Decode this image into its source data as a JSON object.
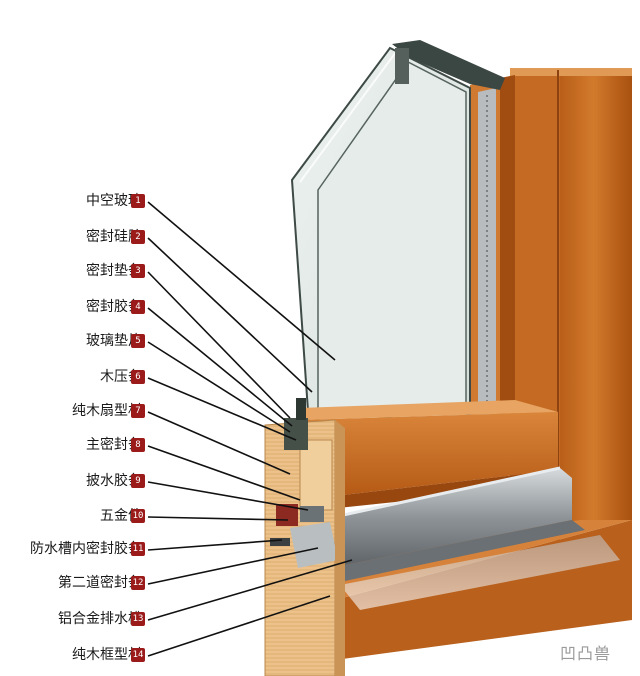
{
  "parts": [
    {
      "num": "1",
      "label": "中空玻璃"
    },
    {
      "num": "2",
      "label": "密封硅胶"
    },
    {
      "num": "3",
      "label": "密封垫条"
    },
    {
      "num": "4",
      "label": "密封胶条"
    },
    {
      "num": "5",
      "label": "玻璃垫片"
    },
    {
      "num": "6",
      "label": "木压条"
    },
    {
      "num": "7",
      "label": "纯木扇型材"
    },
    {
      "num": "8",
      "label": "主密封条"
    },
    {
      "num": "9",
      "label": "披水胶条"
    },
    {
      "num": "10",
      "label": "五金件"
    },
    {
      "num": "11",
      "label": "防水槽内密封胶条"
    },
    {
      "num": "12",
      "label": "第二道密封条"
    },
    {
      "num": "13",
      "label": "铝合金排水槽"
    },
    {
      "num": "14",
      "label": "纯木框型材"
    }
  ],
  "watermark": "凹凸兽",
  "colors": {
    "wood": "#c8691e",
    "wood_dark": "#9a4a12",
    "wood_light": "#e0a060",
    "glass": "#dfe6e3",
    "badge": "#9b1b1b",
    "metal": "#9aa0a4"
  }
}
